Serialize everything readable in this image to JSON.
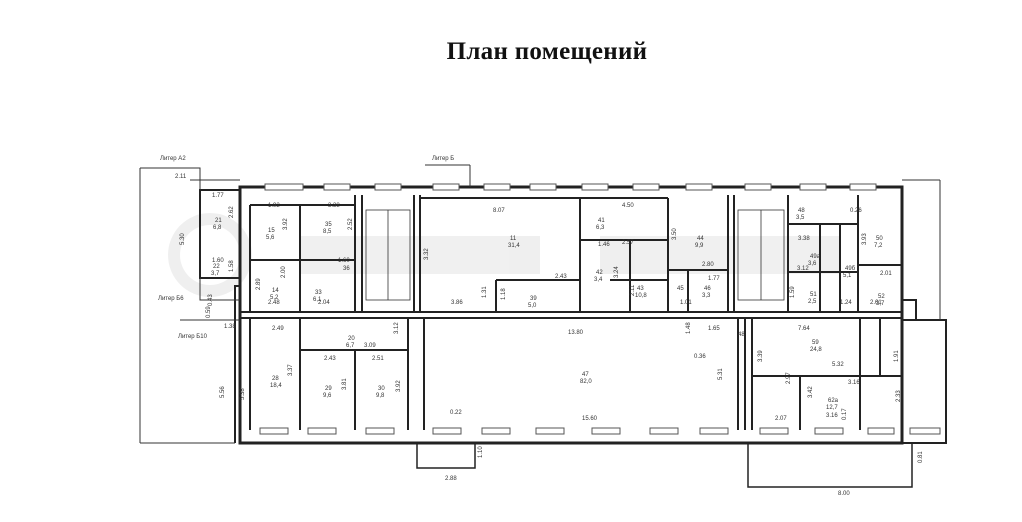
{
  "title": "План помещений",
  "colors": {
    "line": "#222222",
    "window": "#555555",
    "paper": "#ffffff"
  },
  "labels": {
    "litera_a2": "Литер А2",
    "litera_b": "Литер Б",
    "litera_b6": "Литер Б6",
    "litera_b10": "Литер Б10"
  },
  "rooms": [
    {
      "no": "21",
      "area": "6,8"
    },
    {
      "no": "22",
      "area": "3,7"
    },
    {
      "no": "15",
      "area": "5,6"
    },
    {
      "no": "35",
      "area": "8,5"
    },
    {
      "no": "14",
      "area": "5,2"
    },
    {
      "no": "33",
      "area": "6,1"
    },
    {
      "no": "36",
      "area": ""
    },
    {
      "no": "11",
      "area": "31,4"
    },
    {
      "no": "39",
      "area": "5,0"
    },
    {
      "no": "41",
      "area": "6,3"
    },
    {
      "no": "42",
      "area": "3,4"
    },
    {
      "no": "43",
      "area": "10,8"
    },
    {
      "no": "44",
      "area": "9,9"
    },
    {
      "no": "45",
      "area": ""
    },
    {
      "no": "46",
      "area": "3,3"
    },
    {
      "no": "48",
      "area": "3,5"
    },
    {
      "no": "49а",
      "area": "3,6"
    },
    {
      "no": "49б",
      "area": "5,1"
    },
    {
      "no": "50",
      "area": "7,2"
    },
    {
      "no": "51",
      "area": "2,5"
    },
    {
      "no": "52",
      "area": "3,7"
    },
    {
      "no": "20",
      "area": "6,7"
    },
    {
      "no": "28",
      "area": "18,4"
    },
    {
      "no": "29",
      "area": "9,6"
    },
    {
      "no": "30",
      "area": "9,8"
    },
    {
      "no": "47",
      "area": "82,0"
    },
    {
      "no": "48",
      "area": ""
    },
    {
      "no": "59",
      "area": "24,8"
    },
    {
      "no": "62а",
      "area": "12,7"
    }
  ],
  "dimensions": [
    "2.11",
    "1.77",
    "5.30",
    "2.62",
    "1.60",
    "1.58",
    "0.59",
    "0.43",
    "1.38",
    "5.56",
    "1.92",
    "3.38",
    "2.52",
    "3.92",
    "2.00",
    "1.60",
    "2.89",
    "2.48",
    "2.04",
    "3.32",
    "8.07",
    "1.31",
    "3.86",
    "1.18",
    "2.43",
    "4.50",
    "2.57",
    "1.46",
    "3.24",
    "2.11",
    "3.50",
    "2.80",
    "1.77",
    "1.01",
    "3.38",
    "0.26",
    "3.12",
    "1.59",
    "3.93",
    "2.01",
    "1.24",
    "2.61",
    "2.49",
    "3.09",
    "3.12",
    "2.43",
    "2.51",
    "3.37",
    "3.81",
    "3.92",
    "13.80",
    "1.48",
    "1.65",
    "0.36",
    "5.31",
    "5.38",
    "0.22",
    "15.60",
    "7.64",
    "3.39",
    "5.32",
    "1.91",
    "3.16",
    "2.97",
    "3.42",
    "3.16",
    "2.07",
    "0.17",
    "2.33",
    "1.10",
    "2.88",
    "8.00",
    "0.81"
  ]
}
